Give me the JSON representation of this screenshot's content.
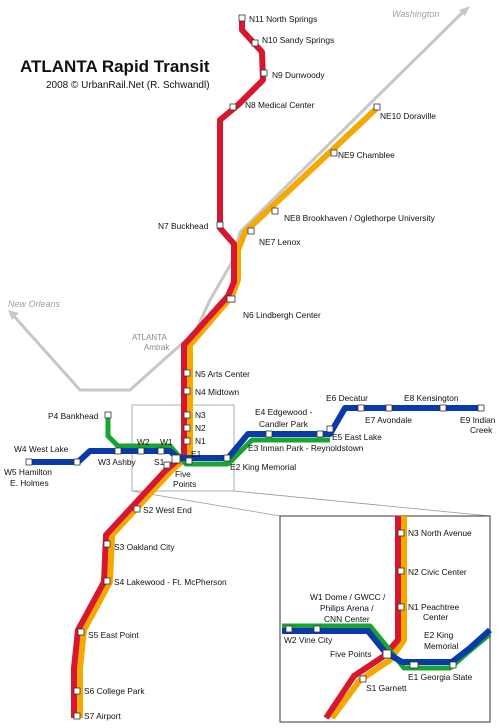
{
  "header": {
    "title": "ATLANTA Rapid Transit",
    "credit": "2008 © UrbanRail.Net (R. Schwandl)"
  },
  "railroad": {
    "washington": "Washington",
    "new_orleans": "New Orleans",
    "amtrak_line1": "ATLANTA",
    "amtrak_line2": "Amtrak"
  },
  "stations": {
    "N11": "N11  North Springs",
    "N10": "N10  Sandy Springs",
    "N9": "N9  Dunwoody",
    "N8": "N8  Medical Center",
    "N7": "N7  Buckhead",
    "N6": "N6  Lindbergh Center",
    "N5": "N5  Arts Center",
    "N4": "N4  Midtown",
    "N3": "N3",
    "N2": "N2",
    "N1": "N1",
    "NE10": "NE10  Doraville",
    "NE9": "NE9  Chamblee",
    "NE8": "NE8  Brookhaven / Oglethorpe University",
    "NE7": "NE7  Lenox",
    "E1": "E1",
    "E2": "E2  King Memorial",
    "E3": "E3  Inman Park - Reynoldstown",
    "E4_line1": "E4  Edgewood -",
    "E4_line2": "Candler Park",
    "E5": "E5  East Lake",
    "E6": "E6  Decatur",
    "E7": "E7  Avondale",
    "E8": "E8  Kensington",
    "E9_line1": "E9  Indian",
    "E9_line2": "Creek",
    "W1": "W1",
    "W2": "W2",
    "W3": "W3  Ashby",
    "W4": "W4  West Lake",
    "W5_line1": "W5  Hamilton",
    "W5_line2": "E. Holmes",
    "P4": "P4  Bankhead",
    "S1": "S1",
    "five_points_line1": "Five",
    "five_points_line2": "Points",
    "S2": "S2  West End",
    "S3": "S3  Oakland City",
    "S4": "S4  Lakewood - Ft. McPherson",
    "S5": "S5  East Point",
    "S6": "S6  College Park",
    "S7": "S7  Airport"
  },
  "inset": {
    "N3": "N3  North Avenue",
    "N2": "N2  Civic Center",
    "N1_line1": "N1  Peachtree",
    "N1_line2": "Center",
    "W1_line1": "W1  Dome / GWCC /",
    "W1_line2": "Philips Arena /",
    "W1_line3": "CNN Center",
    "W2": "W2  Vine City",
    "five_points": "Five Points",
    "E2_line1": "E2  King",
    "E2_line2": "Memorial",
    "E1": "E1  Georgia State",
    "S1": "S1  Garnett"
  },
  "colors": {
    "red_line": "#d7172f",
    "gold_line": "#f5a800",
    "blue_line": "#0a3aa8",
    "green_line": "#16a530",
    "railroad": "#c7c7c7"
  }
}
